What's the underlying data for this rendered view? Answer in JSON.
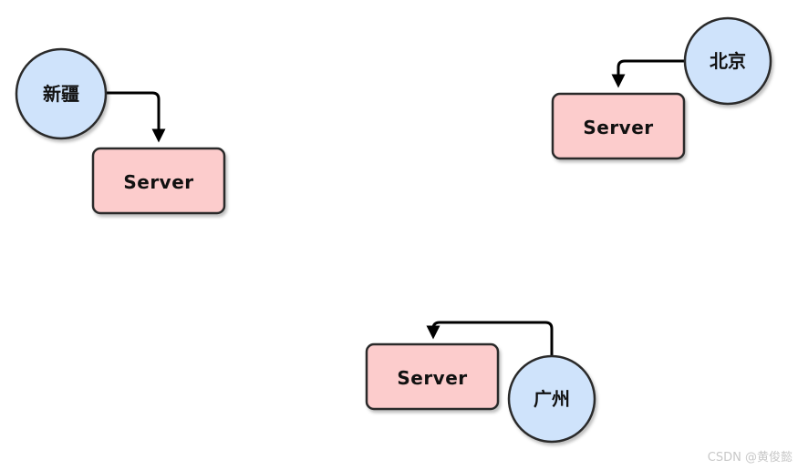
{
  "colors": {
    "circle_fill": "#cfe3fb",
    "server_fill": "#fccccc",
    "stroke": "#2b2b2b",
    "arrow": "#000000"
  },
  "groups": [
    {
      "city": "新疆",
      "server_label": "Server"
    },
    {
      "city": "北京",
      "server_label": "Server"
    },
    {
      "city": "广州",
      "server_label": "Server"
    }
  ],
  "watermark": "CSDN @黄俊懿"
}
